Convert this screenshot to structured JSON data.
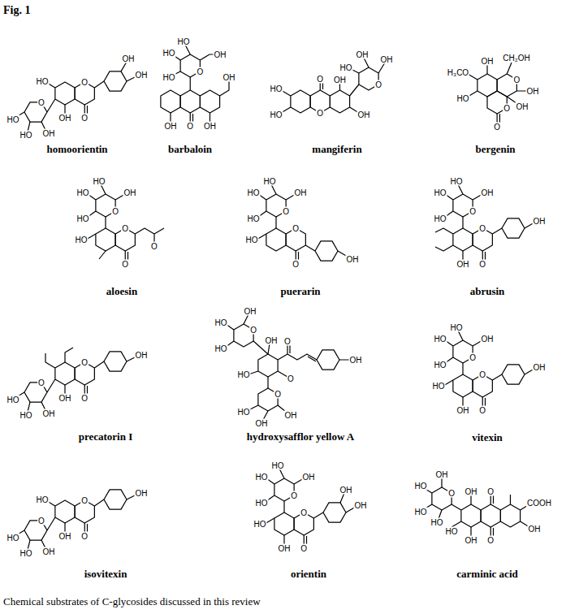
{
  "diagram": {
    "title": "Fig. 1",
    "caption": "Chemical substrates of C-glycosides discussed in this review",
    "labels": [
      "OH",
      "OH",
      "O",
      "O",
      "OH",
      "HO",
      "O",
      "OH",
      "HO",
      "HO",
      "homoorientin",
      "HO",
      "OH",
      "O",
      "HO",
      "HO",
      "OH",
      "OH",
      "O",
      "OH",
      "barbaloin",
      "OH",
      "OH",
      "HO",
      "O",
      "O",
      "OH",
      "HO",
      "HO",
      "O",
      "OH",
      "mangiferin",
      "OH",
      "H₃CO",
      "HO",
      "O",
      "O",
      "O",
      "CH₂OH",
      "OH",
      "OH",
      "bergenin",
      "HO",
      "OH",
      "HO",
      "O",
      "HO",
      "HO",
      "O",
      "O",
      "O",
      "aloesin",
      "HO",
      "OH",
      "HO",
      "O",
      "HO",
      "HO",
      "O",
      "O",
      "OH",
      "puerarin",
      "HO",
      "OH",
      "HO",
      "O",
      "HO",
      "O",
      "OH",
      "OH",
      "O",
      "abrusin",
      "OH",
      "O",
      "O",
      "OH",
      "O",
      "OH",
      "HO",
      "HO",
      "precatorin I",
      "OH",
      "HO",
      "O",
      "OH",
      "O",
      "HO",
      "OH",
      "HO",
      "O",
      "O",
      "HO",
      "OH",
      "OH",
      "hydroxysafflor yellow A",
      "HO",
      "OH",
      "HO",
      "O",
      "HO",
      "HO",
      "O",
      "OH",
      "OH",
      "O",
      "vitexin",
      "HO",
      "O",
      "OH",
      "O",
      "OH",
      "O",
      "OH",
      "HO",
      "HO",
      "isovitexin",
      "HO",
      "OH",
      "HO",
      "O",
      "HO",
      "HO",
      "O",
      "OH",
      "OH",
      "OH",
      "O",
      "orientin",
      "OH",
      "HO",
      "O",
      "OH",
      "O",
      "HO",
      "HO",
      "COOH",
      "OH",
      "HO",
      "OH",
      "O",
      "carminic acid"
    ]
  }
}
